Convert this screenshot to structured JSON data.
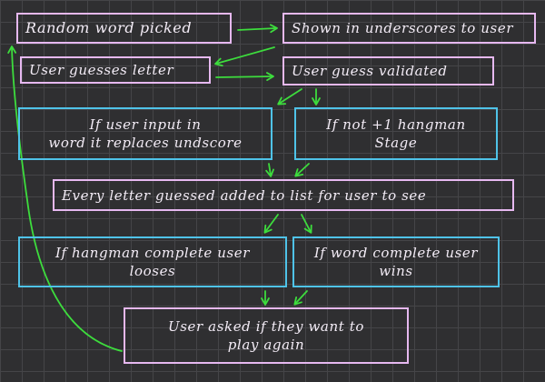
{
  "nodes": {
    "random_word": "Random word picked",
    "shown_underscores": "Shown in underscores to user",
    "user_guesses": "User guesses letter",
    "guess_validated": "User guess validated",
    "in_word": "If user input in\nword it replaces undscore",
    "not_in_word": "If not +1 hangman\nStage",
    "letters_list": "Every letter guessed added to list for user to see",
    "hangman_complete": "If hangman complete user\nlooses",
    "word_complete": "If word complete user\nwins",
    "play_again": "User asked if they want to\nplay again"
  },
  "colors": {
    "background": "#2f2f31",
    "grid": "#454548",
    "box_border_pink": "#e6b8f0",
    "box_border_cyan": "#4fc3e8",
    "text": "#f3ecf6",
    "arrow": "#3ddc3d"
  }
}
